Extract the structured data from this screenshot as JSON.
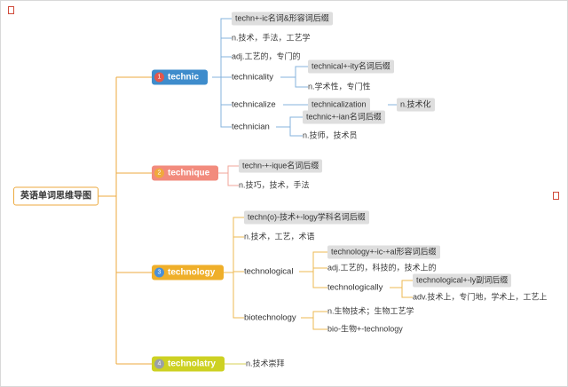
{
  "root": {
    "label": "英语单词思维导图"
  },
  "technic": {
    "badge": "1",
    "label": "technic",
    "suffix": "techn+-ic名词&形容词后缀",
    "meaning_noun": "n.技术，手法，工艺学",
    "meaning_adj": "adj.工艺的，专门的",
    "technicality": {
      "label": "technicality",
      "suffix": "technical+-ity名词后缀",
      "meaning": "n.学术性，专门性"
    },
    "technicalize": {
      "label": "technicalize",
      "derived": "technicalization",
      "derived_meaning": "n.技术化"
    },
    "technician": {
      "label": "technician",
      "suffix": "technic+-ian名词后缀",
      "meaning": "n.技师，技术员"
    }
  },
  "technique": {
    "badge": "2",
    "label": "technique",
    "suffix": "techn-+-ique名词后缀",
    "meaning": "n.技巧，技术，手法"
  },
  "technology": {
    "badge": "3",
    "label": "technology",
    "suffix": "techn(o)-技术+-logy学科名词后缀",
    "meaning": "n.技术，工艺，术语",
    "technological": {
      "label": "technological",
      "suffix": "technology+-ic-+al形容词后缀",
      "meaning": "adj.工艺的，科技的，技术上的",
      "technologically": {
        "label": "technologically",
        "suffix": "technological+-ly副词后缀",
        "meaning": "adv.技术上，专门地，学术上，工艺上"
      }
    },
    "biotechnology": {
      "label": "biotechnology",
      "meaning": "n.生物技术；生物工艺学",
      "breakdown": "bio-生物+-technology"
    }
  },
  "technolatry": {
    "badge": "4",
    "label": "technolatry",
    "meaning": "n.技术崇拜"
  },
  "colors": {
    "technic": "#3e8ccc",
    "technique": "#f28b7d",
    "technology": "#efaf2a",
    "technolatry": "#cdd122",
    "root_border": "#ecaa3f"
  }
}
